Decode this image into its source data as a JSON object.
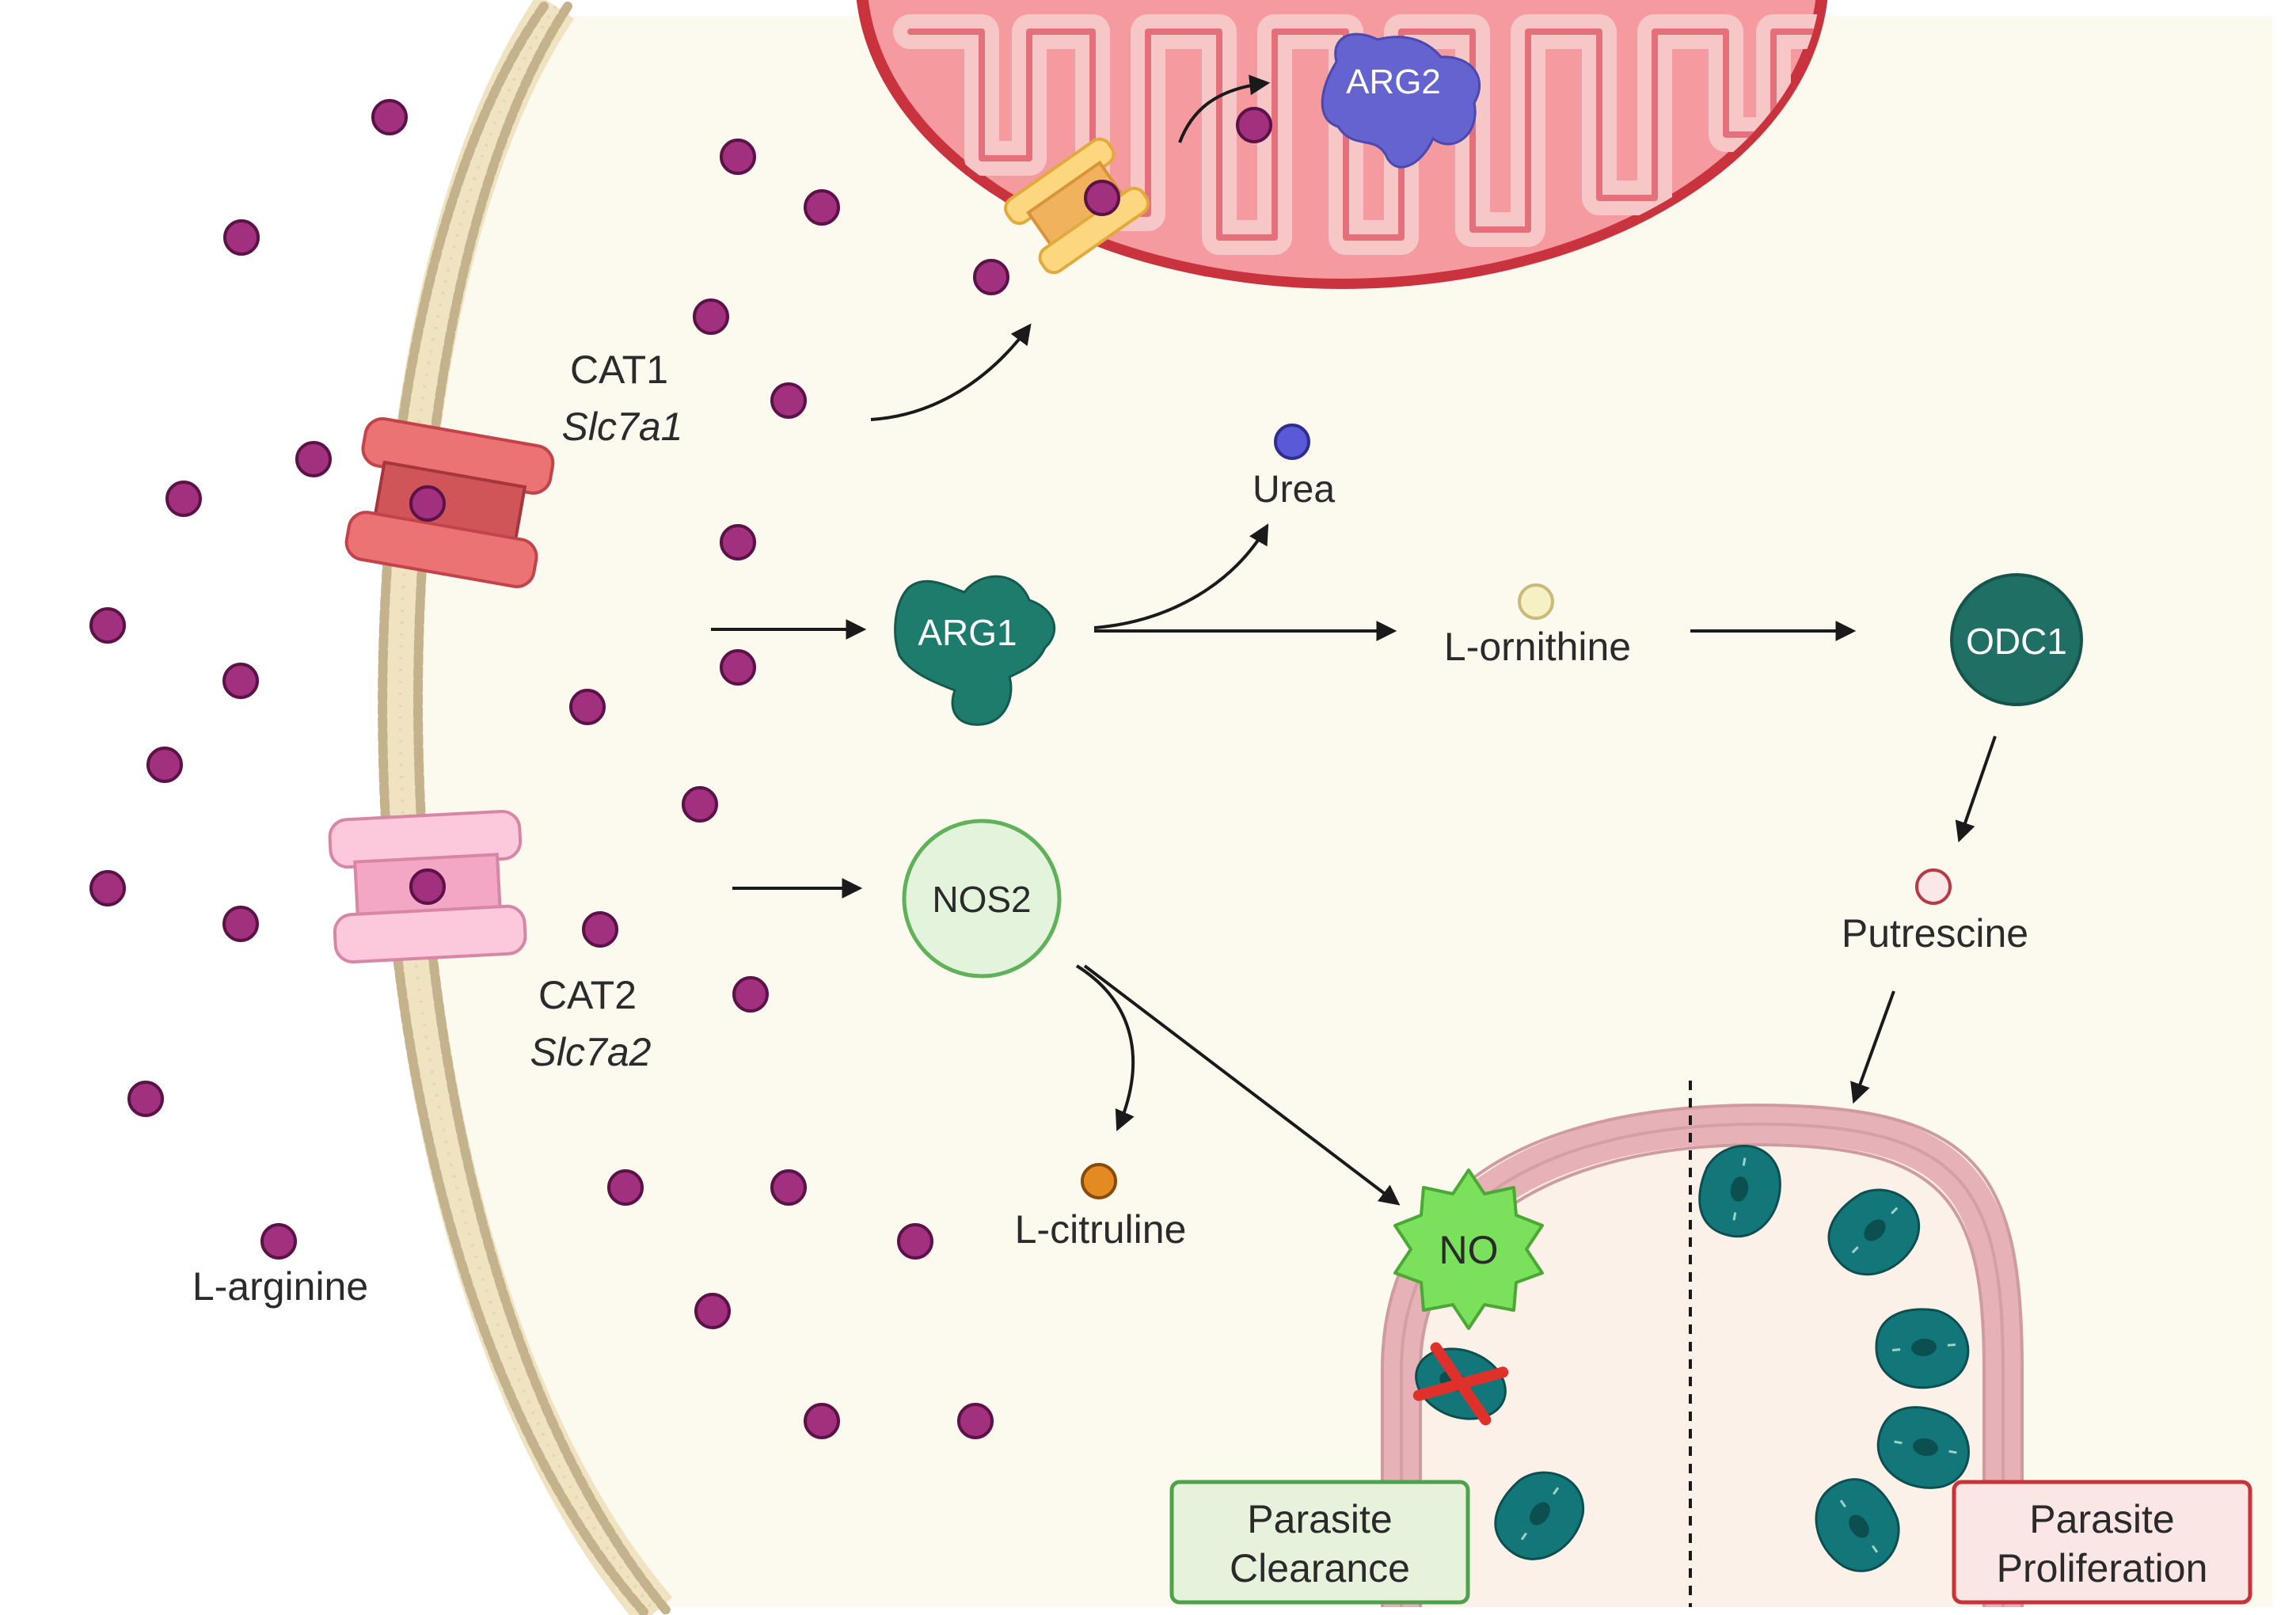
{
  "colors": {
    "cytoplasm": "#fcf9ef",
    "membrane_head": "#c8b896",
    "membrane_tail": "#efe3c2",
    "arginine": "#a1307e",
    "arginine_stroke": "#5a1246",
    "mitochondrion_outer": "#c9333e",
    "mitochondrion_fill": "#f59a9f",
    "mitochondrion_inner": "#f7c7c8",
    "arg1": "#1d7c6c",
    "arg2": "#6463cf",
    "odc1": "#1f6f64",
    "nos2_fill": "#e3f3dc",
    "nos2_stroke": "#5fb25a",
    "no_fill": "#7be05c",
    "urea": "#5a5ad9",
    "ornithine": "#f6f1c5",
    "putrescine": "#fbe7e8",
    "citruline": "#e38b22",
    "cat1": "#e86f6f",
    "cat2": "#f6b3cb",
    "vacuole": "#e9b9bd",
    "parasite": "#13777a",
    "clearance_fill": "#e6f2dc",
    "clearance_stroke": "#4ea24b",
    "proliferation_fill": "#fbe6e6",
    "proliferation_stroke": "#c8333a"
  },
  "labels": {
    "cat1": "CAT1",
    "cat1_gene": "Slc7a1",
    "cat2": "CAT2",
    "cat2_gene": "Slc7a2",
    "larginine": "L-arginine",
    "arg1": "ARG1",
    "arg2": "ARG2",
    "urea": "Urea",
    "lornithine": "L-ornithine",
    "odc1": "ODC1",
    "putrescine": "Putrescine",
    "nos2": "NOS2",
    "lcitruline": "L-citruline",
    "no": "NO",
    "clearance_1": "Parasite",
    "clearance_2": "Clearance",
    "proliferation_1": "Parasite",
    "proliferation_2": "Proliferation"
  },
  "icons": [
    "arrow-icon",
    "cross-mark-icon"
  ]
}
